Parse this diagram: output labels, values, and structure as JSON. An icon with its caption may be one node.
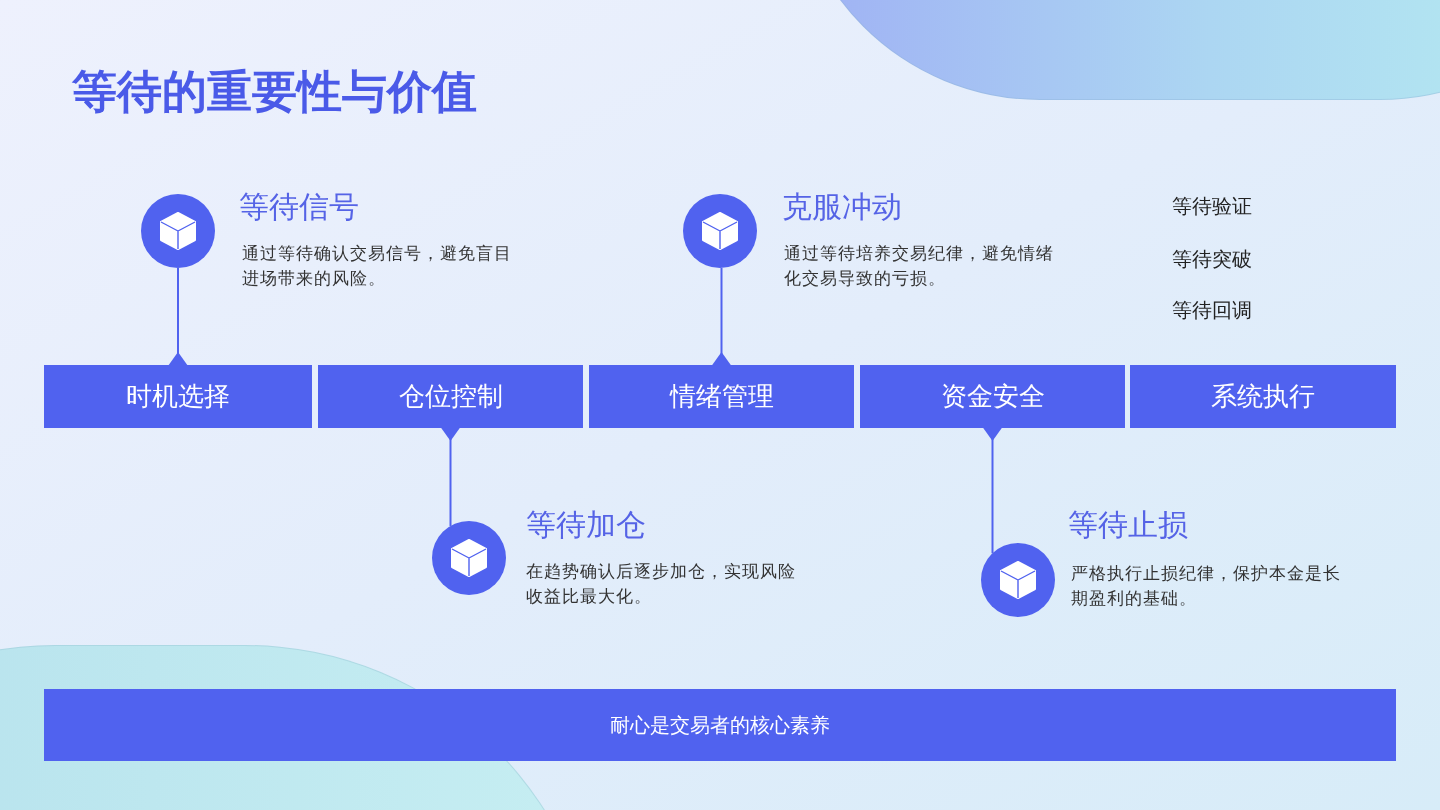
{
  "diagram": {
    "title": "等待的重要性与价值",
    "nodes": [
      {
        "text": [],
        "shape": "circle",
        "beside": [
          "等待信号",
          "通过等待确认交易信号，避免盲目进场带来的风险。"
        ]
      },
      {
        "text": [],
        "shape": "circle",
        "beside": [
          "克服冲动",
          "通过等待培养交易纪律，避免情绪化交易导致的亏损。"
        ]
      },
      {
        "text": [
          "时机选择"
        ]
      },
      {
        "text": [
          "仓位控制"
        ]
      },
      {
        "text": [
          "情绪管理"
        ]
      },
      {
        "text": [
          "资金安全"
        ]
      },
      {
        "text": [
          "系统执行"
        ]
      },
      {
        "text": [],
        "shape": "circle",
        "beside": [
          "等待加仓",
          "在趋势确认后逐步加仓，实现风险收益比最大化。"
        ]
      },
      {
        "text": [],
        "shape": "circle",
        "beside": [
          "等待止损",
          "严格执行止损纪律，保护本金是长期盈利的基础。"
        ]
      },
      {
        "text": [
          "耐心是交易者的核心素养"
        ]
      }
    ],
    "edges": [
      {
        "from": 0,
        "to": 2,
        "arrow": "other"
      },
      {
        "from": 1,
        "to": 4,
        "arrow": "other"
      },
      {
        "from": 7,
        "to": 3,
        "arrow": "other"
      },
      {
        "from": 8,
        "to": 5,
        "arrow": "other"
      }
    ],
    "labels": [
      "等待验证",
      "等待突破",
      "等待回调"
    ]
  }
}
